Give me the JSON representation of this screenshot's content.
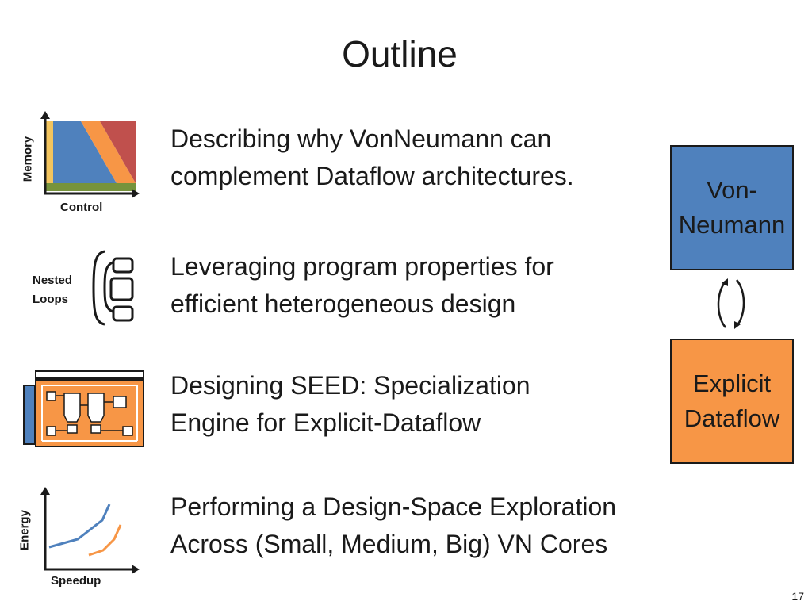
{
  "slide": {
    "title": "Outline",
    "page_number": "17"
  },
  "bullets": [
    {
      "line1": "Describing why VonNeumann can",
      "line2": "complement Dataflow architectures."
    },
    {
      "line1": "Leveraging program properties for",
      "line2": "efficient heterogeneous design"
    },
    {
      "line1": "Designing SEED: Specialization",
      "line2": "Engine for Explicit-Dataflow"
    },
    {
      "line1": "Performing a Design-Space Exploration",
      "line2": "Across (Small, Medium, Big) VN Cores"
    }
  ],
  "icons": {
    "memory_control": {
      "ylabel": "Memory",
      "xlabel": "Control"
    },
    "nested_loops": {
      "line1": "Nested",
      "line2": "Loops"
    },
    "energy_speedup": {
      "ylabel": "Energy",
      "xlabel": "Speedup"
    }
  },
  "boxes": {
    "von_neumann": {
      "line1": "Von-",
      "line2": "Neumann",
      "color": "#4f81bd"
    },
    "explicit_dataflow": {
      "line1": "Explicit",
      "line2": "Dataflow",
      "color": "#f79646"
    }
  }
}
